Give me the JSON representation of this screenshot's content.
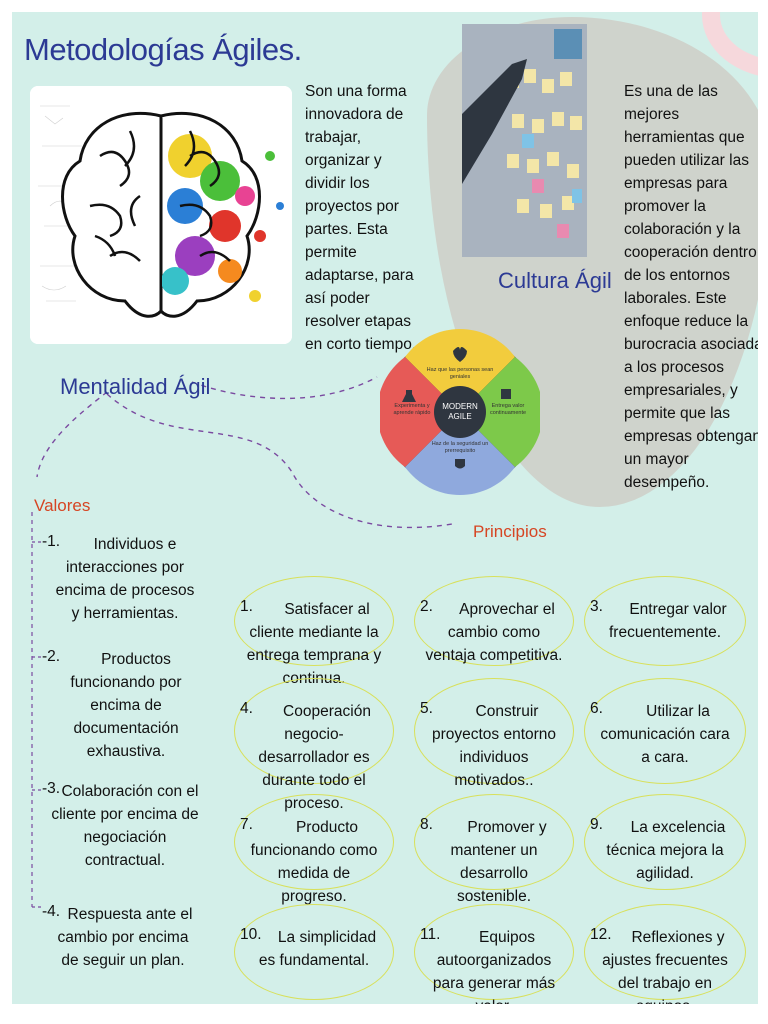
{
  "title": "Metodologías Ágiles.",
  "definition": "Son una forma innovadora de trabajar, organizar y dividir los proyectos por partes. Esta permite adaptarse, para así poder resolver etapas en corto tiempo.",
  "culture": {
    "label": "Cultura Ágil",
    "text": "Es una de las mejores herramientas que pueden utilizar las empresas para promover la colaboración y la cooperación dentro de los entornos laborales. Este enfoque reduce la burocracia asociada a los procesos empresariales, y permite que las empresas obtengan un mayor desempeño."
  },
  "mentalidad_label": "Mentalidad Ágil",
  "wheel": {
    "center_line1": "MODERN",
    "center_line2": "AGILE",
    "top": "Haz que las personas sean geniales",
    "right": "Entrega valor continuamente",
    "bottom": "Haz de la seguridad un prerrequisito",
    "left": "Experimenta y aprende rápido"
  },
  "valores": {
    "label": "Valores",
    "items": [
      {
        "num": "-1.",
        "text": "Individuos e interacciones por encima de procesos y herramientas."
      },
      {
        "num": "-2.",
        "text": "Productos funcionando por encima de documentación exhaustiva."
      },
      {
        "num": "-3.",
        "text": "Colaboración con el cliente por encima de negociación contractual."
      },
      {
        "num": "-4.",
        "text": "Respuesta ante el cambio por encima de seguir un plan."
      }
    ]
  },
  "principios": {
    "label": "Principios",
    "items": [
      {
        "num": "1.",
        "text": "Satisfacer al cliente mediante la entrega temprana y continua."
      },
      {
        "num": "2.",
        "text": "Aprovechar el cambio como ventaja competitiva."
      },
      {
        "num": "3.",
        "text": "Entregar valor frecuentemente."
      },
      {
        "num": "4.",
        "text": "Cooperación negocio-desarrollador es durante todo el proceso."
      },
      {
        "num": "5.",
        "text": "Construir proyectos entorno individuos motivados.."
      },
      {
        "num": "6.",
        "text": "Utilizar la comunicación cara a cara."
      },
      {
        "num": "7.",
        "text": "Producto funcionando como medida de progreso."
      },
      {
        "num": "8.",
        "text": "Promover y mantener un desarrollo sostenible."
      },
      {
        "num": "9.",
        "text": "La excelencia técnica mejora la agilidad."
      },
      {
        "num": "10.",
        "text": "La simplicidad es fundamental."
      },
      {
        "num": "11.",
        "text": "Equipos autoorganizados para generar más valor."
      },
      {
        "num": "12.",
        "text": "Reflexiones y ajustes frecuentes del trabajo en equipos."
      }
    ]
  },
  "colors": {
    "background": "#d3efe9",
    "title_blue": "#2c3a94",
    "accent_red": "#d64523",
    "ellipse_outline": "#d8e05a",
    "blob_gray": "#cfd3cc"
  }
}
